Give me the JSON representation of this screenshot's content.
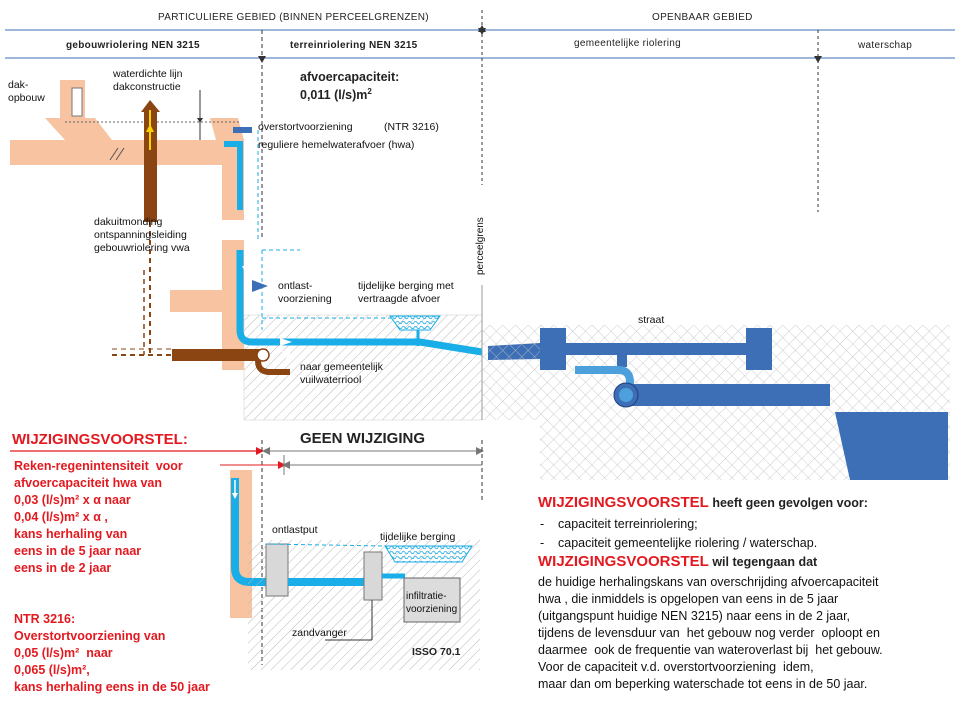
{
  "header": {
    "left_title": "PARTICULIERE GEBIED (BINNEN PERCEELGRENZEN)",
    "right_title": "OPENBAAR GEBIED",
    "sub1": "gebouwriolering NEN 3215",
    "sub2": "terreinriolering NEN 3215",
    "sub3": "gemeentelijke riolering",
    "sub4": "waterschap"
  },
  "top_labels": {
    "dakopbouw": "dak-\nopbouw",
    "waterdichte": "waterdichte lijn\ndakconstructie",
    "afvoercap_title": "afvoercapaciteit:",
    "afvoercap_value": "0,011 (l/s)m",
    "afvoercap_sup": "2",
    "overstort": "overstortvoorziening",
    "ntr": "(NTR 3216)",
    "hwa": "reguliere hemelwaterafvoer (hwa)",
    "dakuitmonding": "dakuitmonding\nontspanningsleiding\ngebouwriolering vwa",
    "perceelgrens": "perceelgrens",
    "ontlast": "ontlast-\nvoorziening",
    "berging": "tijdelijke berging met\nvertraagde afvoer",
    "vuilwater": "naar gemeentelijk\nvuilwaterriool",
    "straat": "straat"
  },
  "middle": {
    "wijziging_title": "WIJZIGINGSVOORSTEL:",
    "geen": "GEEN WIJZIGING"
  },
  "left_red": {
    "block1": "Reken-regenintensiteit  voor\nafvoercapaciteit hwa van\n0,03 (l/s)m² x α naar\n0,04 (l/s)m² x α ,\nkans herhaling van\neens in de 5 jaar naar\neens in de 2 jaar",
    "block2": "NTR 3216:\nOverstortvoorziening van\n0,05 (l/s)m²  naar\n0,065 (l/s)m²,\nkans herhaling eens in de 50 jaar"
  },
  "bottom_diagram": {
    "ontlastput": "ontlastput",
    "berging": "tijdelijke berging",
    "infiltratie": "infiltratie-\nvoorziening",
    "zandvanger": "zandvanger",
    "isso": "ISSO 70.1"
  },
  "right_text": {
    "title1": "WIJZIGINGSVOORSTEL",
    "title1_rest": " heeft geen gevolgen voor:",
    "bullet1": "capaciteit terreinriolering;",
    "bullet2": "capaciteit gemeentelijke riolering / waterschap.",
    "title2": "WIJZIGINGSVOORSTEL",
    "title2_rest": "  wil tegengaan dat",
    "para": "de huidige herhalingskans van overschrijding afvoercapaciteit\nhwa , die inmiddels is opgelopen van eens in de 5 jaar\n(uitgangspunt huidige NEN 3215) naar eens in de 2 jaar,\ntijdens de levensduur van  het gebouw nog verder  oploopt en\ndaarmee  ook de frequentie van wateroverlast bij  het gebouw.\nVoor de capaciteit v.d. overstortvoorziening  idem,\nmaar dan om beperking waterschade tot eens in de 50 jaar."
  },
  "colors": {
    "wall": "#f7c3a0",
    "pipe_blue": "#19aee8",
    "pipe_dark": "#3d6fb6",
    "pipe_brown": "#8b4513",
    "red": "#e3191f",
    "hatch": "#bbbbbb"
  }
}
